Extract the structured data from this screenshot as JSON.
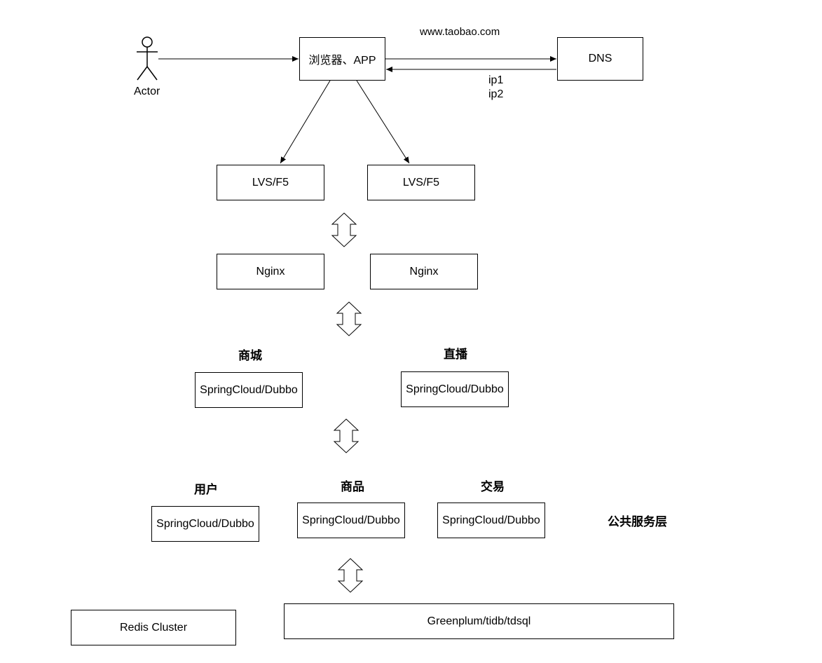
{
  "actor": {
    "label": "Actor"
  },
  "client": {
    "label": "浏览器、APP"
  },
  "dns": {
    "label": "DNS",
    "request_label": "www.taobao.com",
    "response_lines": [
      "ip1",
      "ip2"
    ]
  },
  "load_balancers": [
    {
      "label": "LVS/F5"
    },
    {
      "label": "LVS/F5"
    }
  ],
  "proxies": [
    {
      "label": "Nginx"
    },
    {
      "label": "Nginx"
    }
  ],
  "business_layer": [
    {
      "title": "商城",
      "label": "SpringCloud/Dubbo"
    },
    {
      "title": "直播",
      "label": "SpringCloud/Dubbo"
    }
  ],
  "public_services": {
    "layer_title": "公共服务层",
    "items": [
      {
        "title": "用户",
        "label": "SpringCloud/Dubbo"
      },
      {
        "title": "商品",
        "label": "SpringCloud/Dubbo"
      },
      {
        "title": "交易",
        "label": "SpringCloud/Dubbo"
      }
    ]
  },
  "storage": {
    "cache": "Redis Cluster",
    "database": "Greenplum/tidb/tdsql"
  }
}
